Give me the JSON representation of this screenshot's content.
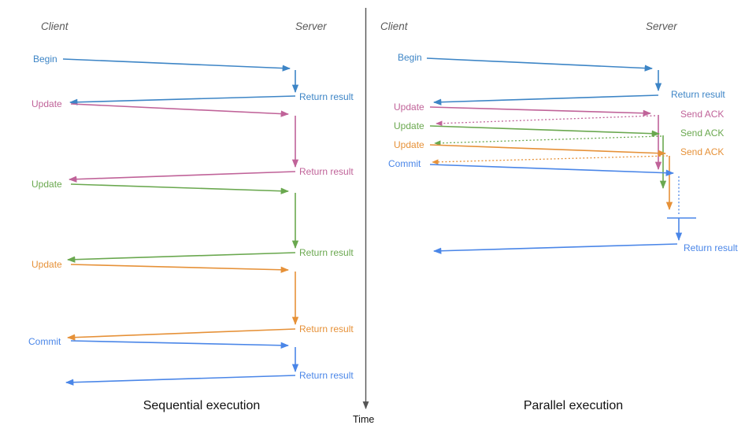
{
  "time_label": "Time",
  "colors": {
    "transaction_blue": "#3d85c6",
    "update1_pink": "#c06399",
    "update2_green": "#6aa84f",
    "update3_orange": "#e69138",
    "commit_blue": "#4a86e8",
    "header_gray": "#595959",
    "time_axis_gray": "#555555"
  },
  "left_panel": {
    "client_header": "Client",
    "server_header": "Server",
    "title": "Sequential execution",
    "rows": [
      {
        "message": "Begin",
        "response": "Return result"
      },
      {
        "message": "Update",
        "response": "Return result"
      },
      {
        "message": "Update",
        "response": "Return result"
      },
      {
        "message": "Update",
        "response": "Return result"
      },
      {
        "message": "Commit",
        "response": "Return result"
      }
    ]
  },
  "right_panel": {
    "client_header": "Client",
    "server_header": "Server",
    "title": "Parallel execution",
    "rows": [
      {
        "message": "Begin",
        "response": "Return result"
      },
      {
        "message": "Update",
        "response": "Send ACK"
      },
      {
        "message": "Update",
        "response": "Send ACK"
      },
      {
        "message": "Update",
        "response": "Send ACK"
      },
      {
        "message": "Commit",
        "response": "Return result"
      }
    ]
  }
}
